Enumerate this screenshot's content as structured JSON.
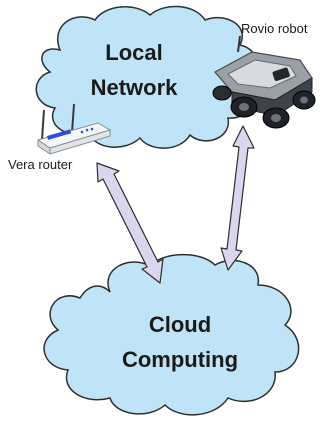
{
  "clouds": {
    "local": {
      "line1": "Local",
      "line2": "Network"
    },
    "cloud": {
      "line1": "Cloud",
      "line2": "Computing"
    }
  },
  "devices": {
    "router": {
      "label": "Vera router",
      "icon": "router-icon"
    },
    "robot": {
      "label": "Rovio robot",
      "icon": "robot-icon"
    }
  },
  "colors": {
    "cloud_fill": "#bfe4f7",
    "cloud_stroke": "#2f2f2f",
    "arrow_fill": "#d9d6ee",
    "arrow_stroke": "#2f2f2f"
  }
}
